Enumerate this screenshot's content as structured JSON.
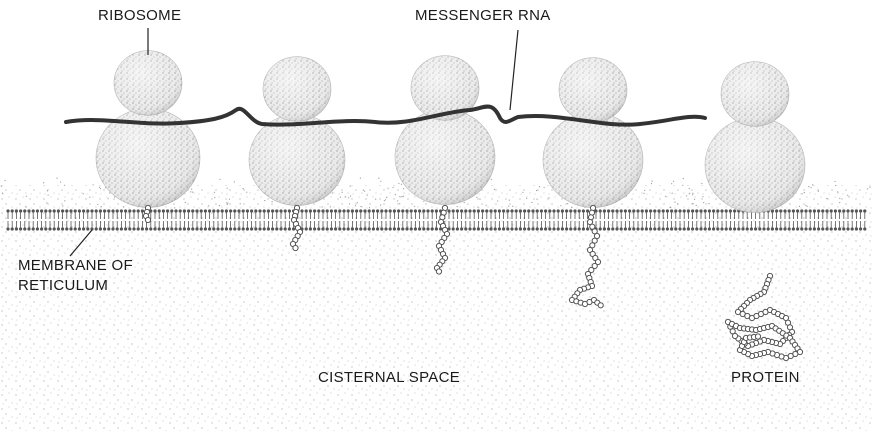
{
  "labels": {
    "ribosome": "RIBOSOME",
    "messenger_rna": "MESSENGER RNA",
    "membrane_line1": "MEMBRANE OF",
    "membrane_line2": "RETICULUM",
    "cisternal_space": "CISTERNAL SPACE",
    "protein": "PROTEIN"
  },
  "colors": {
    "stipple": "#8a8a8a",
    "ribosome_fill": "#ececec",
    "mrna": "#333333",
    "membrane": "#555555",
    "chain": "#555555"
  }
}
